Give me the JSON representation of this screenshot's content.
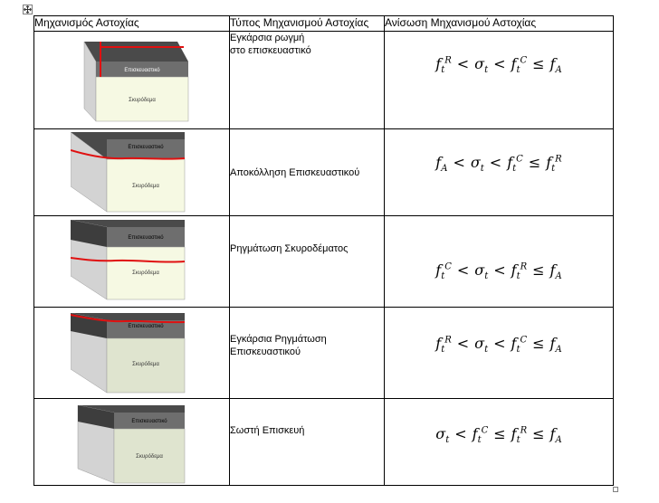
{
  "table": {
    "headers": [
      "Μηχανισμός Αστοχίας",
      "Τύπος Μηχανισμού Αστοχίας",
      "Ανίσωση Μηχανισμού Αστοχίας"
    ],
    "rows": [
      {
        "type_label": "Εγκάρσια ρωγμή\nστο επισκευαστικό",
        "inequality": "f_t^R < σ_t < f_t^C ≤ f_A",
        "top_label": "Επισκευαστικό",
        "bottom_label": "Σκυρόδεμα"
      },
      {
        "type_label": "Αποκόλληση Επισκευαστικού",
        "inequality": "f_A < σ_t < f_t^C ≤ f_t^R",
        "top_label": "Επισκευαστικό",
        "bottom_label": "Σκυρόδεμα"
      },
      {
        "type_label": "Ρηγμάτωση Σκυροδέματος",
        "inequality": "f_t^C < σ_t < f_t^R ≤ f_A",
        "top_label": "Επισκευαστικό",
        "bottom_label": "Σκυρόδεμα"
      },
      {
        "type_label": "Εγκάρσια Ρηγμάτωση\nΕπισκευαστικού",
        "inequality": "f_t^R < σ_t < f_t^C ≤ f_A",
        "top_label": "Επισκευαστικό",
        "bottom_label": "Σκυρόδεμα"
      },
      {
        "type_label": "Σωστή Επισκευή",
        "inequality": "σ_t < f_t^C ≤ f_t^R ≤ f_A",
        "top_label": "Επισκευαστικό",
        "bottom_label": "Σκυρόδεμα"
      }
    ]
  },
  "math": {
    "f": "f",
    "sigma": "σ",
    "sub_t": "t",
    "sub_A": "A",
    "sup_R": "R",
    "sup_C": "C",
    "lt": "<",
    "le": "≤"
  },
  "colors": {
    "crack": "#e01010",
    "repair_top": "#4a4a4a",
    "repair_front": "#6e6e6e",
    "concrete_front": "#f6f9e3",
    "concrete_front_alt": "#dfe4cf",
    "side": "#d3d3d3"
  }
}
